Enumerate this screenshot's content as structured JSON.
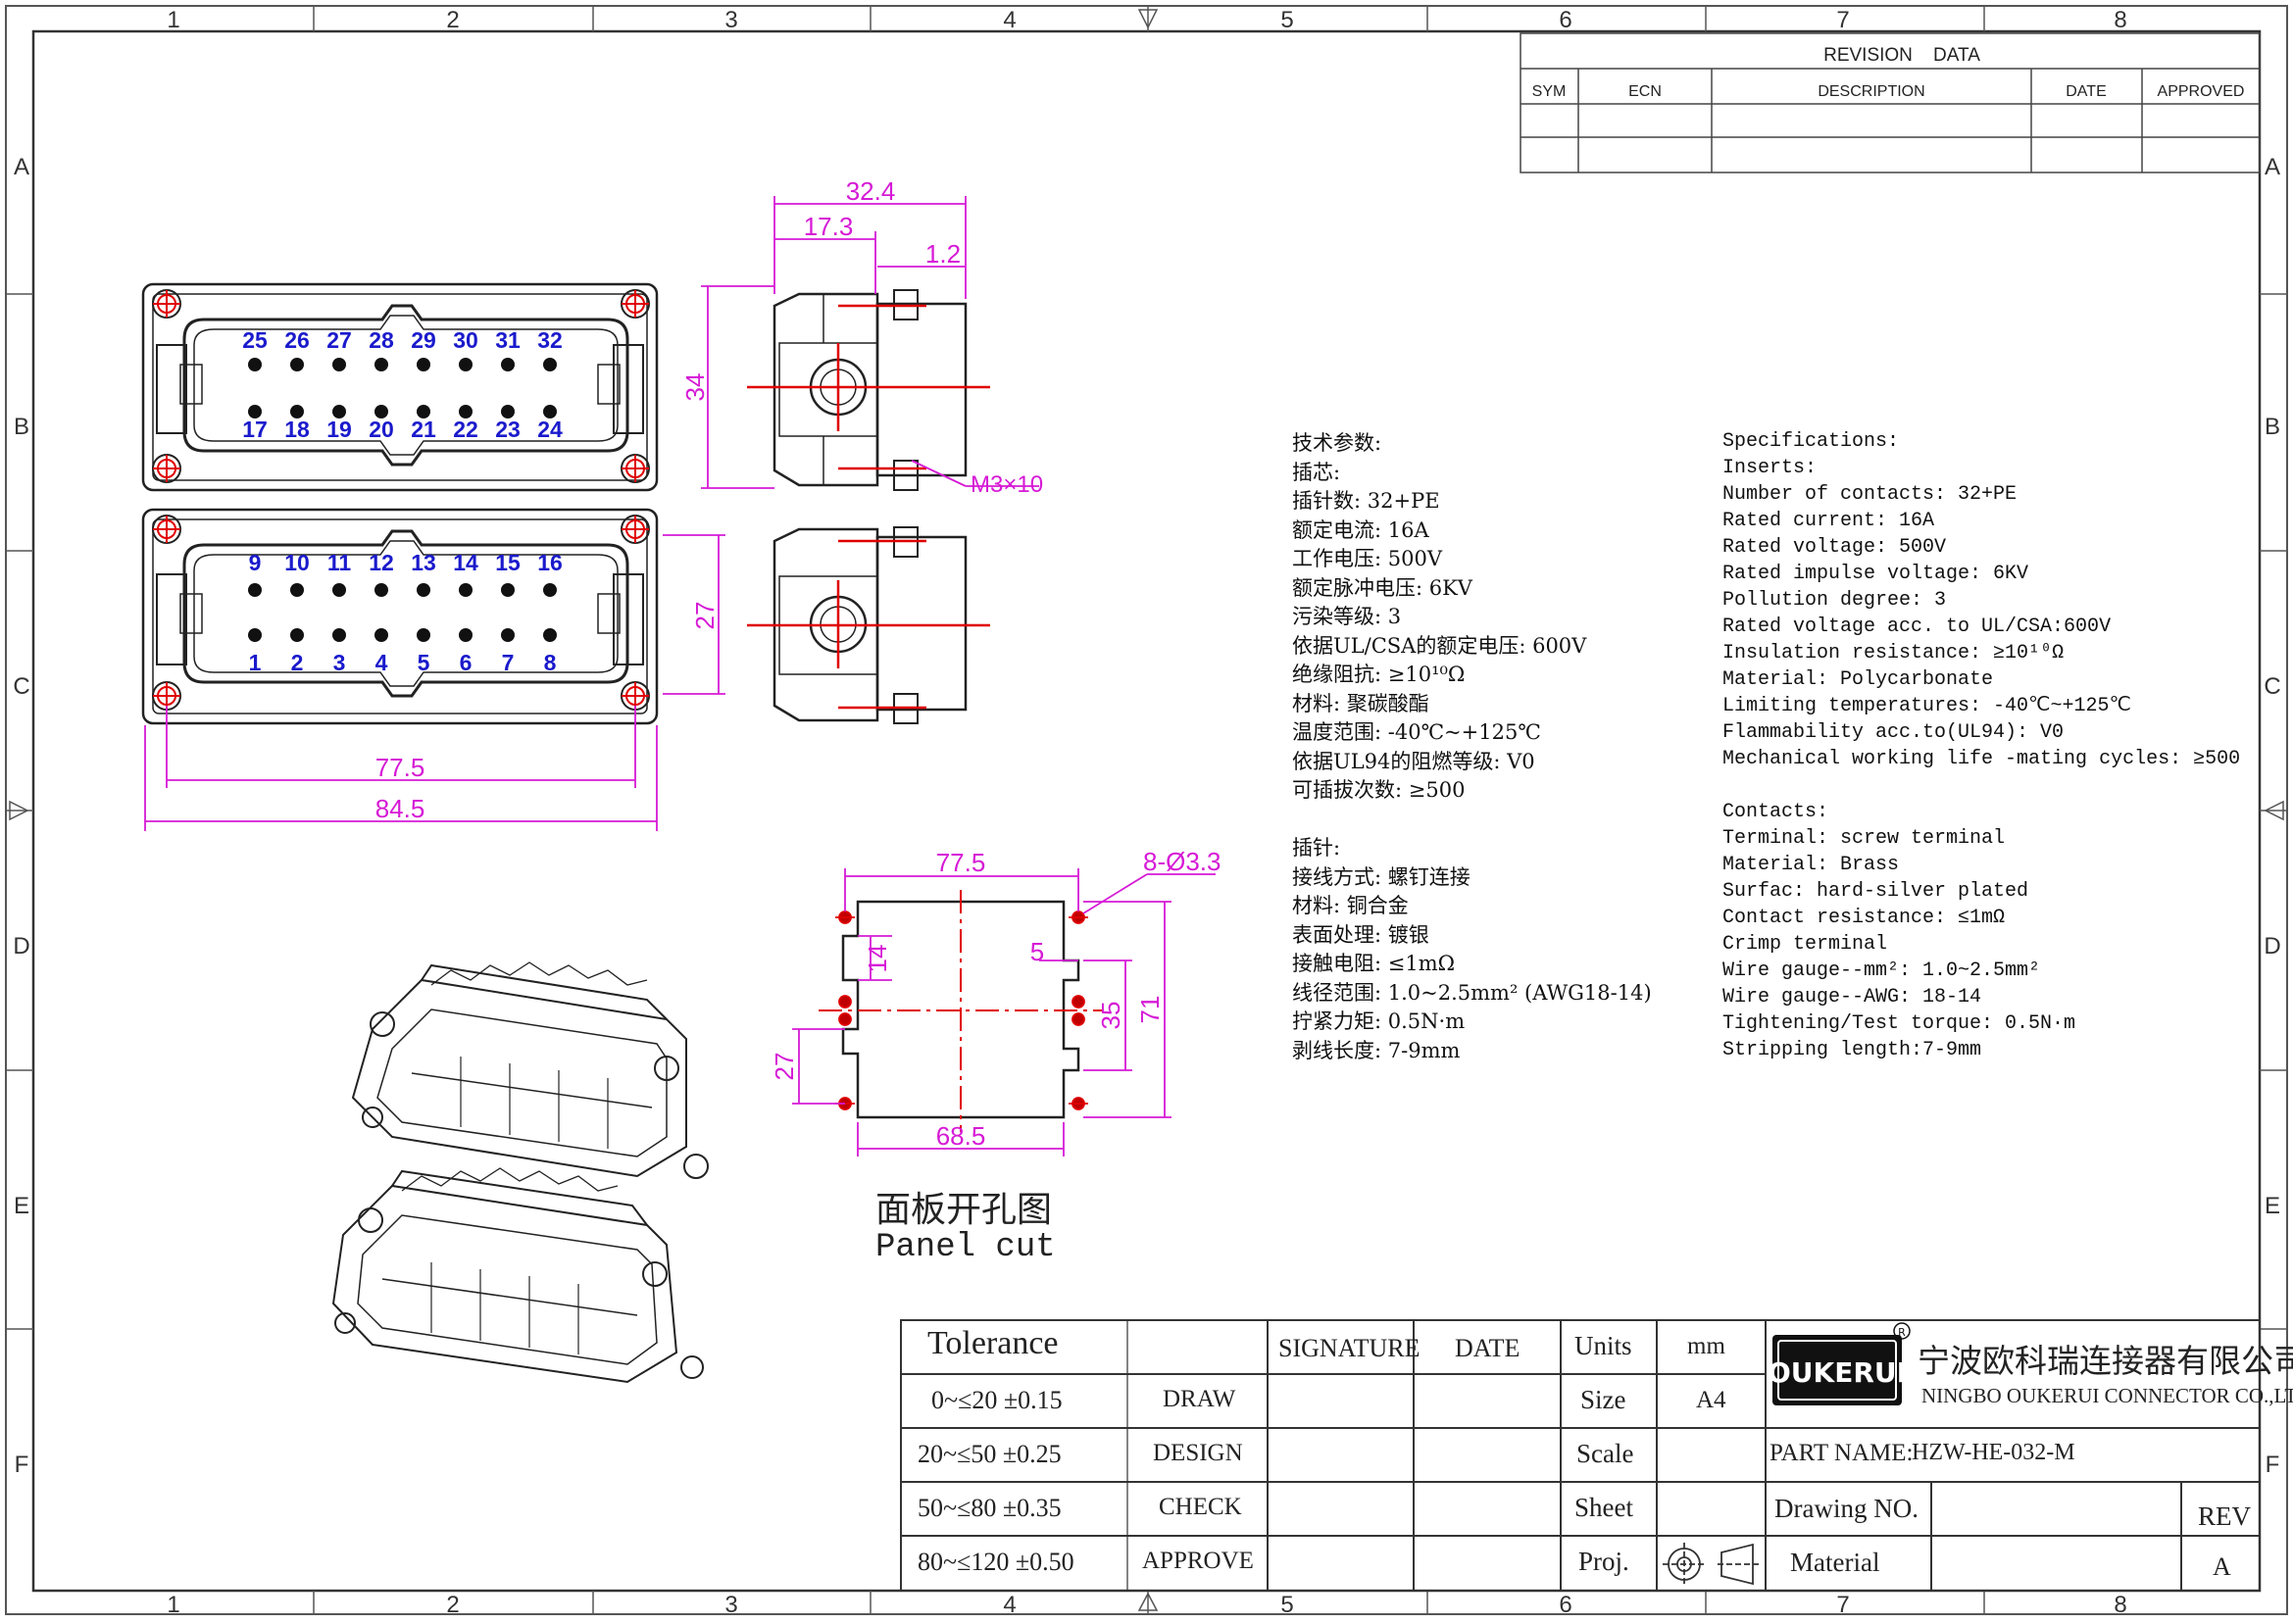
{
  "frame": {
    "columns": [
      "1",
      "2",
      "3",
      "4",
      "5",
      "6",
      "7",
      "8"
    ],
    "rows": [
      "A",
      "B",
      "C",
      "D",
      "E",
      "F"
    ]
  },
  "revision": {
    "title": "REVISION    DATA",
    "headers": [
      "SYM",
      "ECN",
      "DESCRIPTION",
      "DATE",
      "APPROVED"
    ]
  },
  "dims": {
    "d32_4": "32.4",
    "d17_3": "17.3",
    "d1_2": "1.2",
    "d34": "34",
    "m3x10": "M3×10",
    "d27": "27",
    "d77_5": "77.5",
    "d84_5": "84.5",
    "p77_5": "77.5",
    "p8phi": "8-Ø3.3",
    "p5": "5",
    "p14": "14",
    "p35": "35",
    "p71": "71",
    "p27": "27",
    "p68_5": "68.5"
  },
  "pins": {
    "upper_top": [
      "25",
      "26",
      "27",
      "28",
      "29",
      "30",
      "31",
      "32"
    ],
    "upper_bottom": [
      "17",
      "18",
      "19",
      "20",
      "21",
      "22",
      "23",
      "24"
    ],
    "lower_top": [
      "9",
      "10",
      "11",
      "12",
      "13",
      "14",
      "15",
      "16"
    ],
    "lower_bottom": [
      "1",
      "2",
      "3",
      "4",
      "5",
      "6",
      "7",
      "8"
    ]
  },
  "panel_cut": {
    "cn": "面板开孔图",
    "en": "Panel cut"
  },
  "spec_cn": [
    "技术参数:",
    "插芯:",
    "插针数: 32+PE",
    "额定电流: 16A",
    "工作电压: 500V",
    "额定脉冲电压: 6KV",
    "污染等级: 3",
    "依据UL/CSA的额定电压: 600V",
    "绝缘阻抗: ≥10¹⁰Ω",
    "材料: 聚碳酸酯",
    "温度范围: -40℃~+125℃",
    "依据UL94的阻燃等级: V0",
    "可插拔次数: ≥500",
    "",
    "插针:",
    "接线方式: 螺钉连接",
    "材料: 铜合金",
    "表面处理: 镀银",
    "接触电阻: ≤1mΩ",
    "线径范围: 1.0~2.5mm² (AWG18-14)",
    "拧紧力矩: 0.5N·m",
    "剥线长度: 7-9mm"
  ],
  "spec_en": [
    "Specifications:",
    "Inserts:",
    "Number of contacts: 32+PE",
    "Rated current:  16A",
    "Rated voltage:   500V",
    "Rated impulse voltage:  6KV",
    "Pollution degree:  3",
    "Rated voltage acc. to UL/CSA:600V",
    "Insulation resistance:  ≥10¹⁰Ω",
    "Material:  Polycarbonate",
    "Limiting temperatures:   -40℃~+125℃",
    "Flammability acc.to(UL94):  V0",
    "Mechanical working life -mating cycles:  ≥500",
    "",
    "Contacts:",
    "Terminal: screw terminal",
    "Material:  Brass",
    "Surfac:  hard-silver plated",
    "Contact resistance:  ≤1mΩ",
    "Crimp terminal",
    "Wire gauge--mm²:   1.0~2.5mm²",
    "Wire gauge--AWG:   18-14",
    "Tightening/Test torque: 0.5N·m",
    "Stripping length:7-9mm"
  ],
  "title_block": {
    "tolerance_label": "Tolerance",
    "tolerances": [
      "0~≤20  ±0.15",
      "20~≤50  ±0.25",
      "50~≤80  ±0.35",
      "80~≤120  ±0.50"
    ],
    "roles": [
      "DRAW",
      "DESIGN",
      "CHECK",
      "APPROVE"
    ],
    "signature": "SIGNATURE",
    "date": "DATE",
    "units_label": "Units",
    "units_value": "mm",
    "size_label": "Size",
    "size_value": "A4",
    "scale_label": "Scale",
    "sheet_label": "Sheet",
    "proj_label": "Proj.",
    "logo_text": "OUKERUI",
    "company_cn": "宁波欧科瑞连接器有限公司",
    "company_en": "NINGBO OUKERUI CONNECTOR CO.,LTD.",
    "part_name_label": "PART NAME:",
    "part_name": "HZW-HE-032-M",
    "drawing_no_label": "Drawing NO.",
    "material_label": "Material",
    "rev_label": "REV",
    "rev_value": "A"
  }
}
